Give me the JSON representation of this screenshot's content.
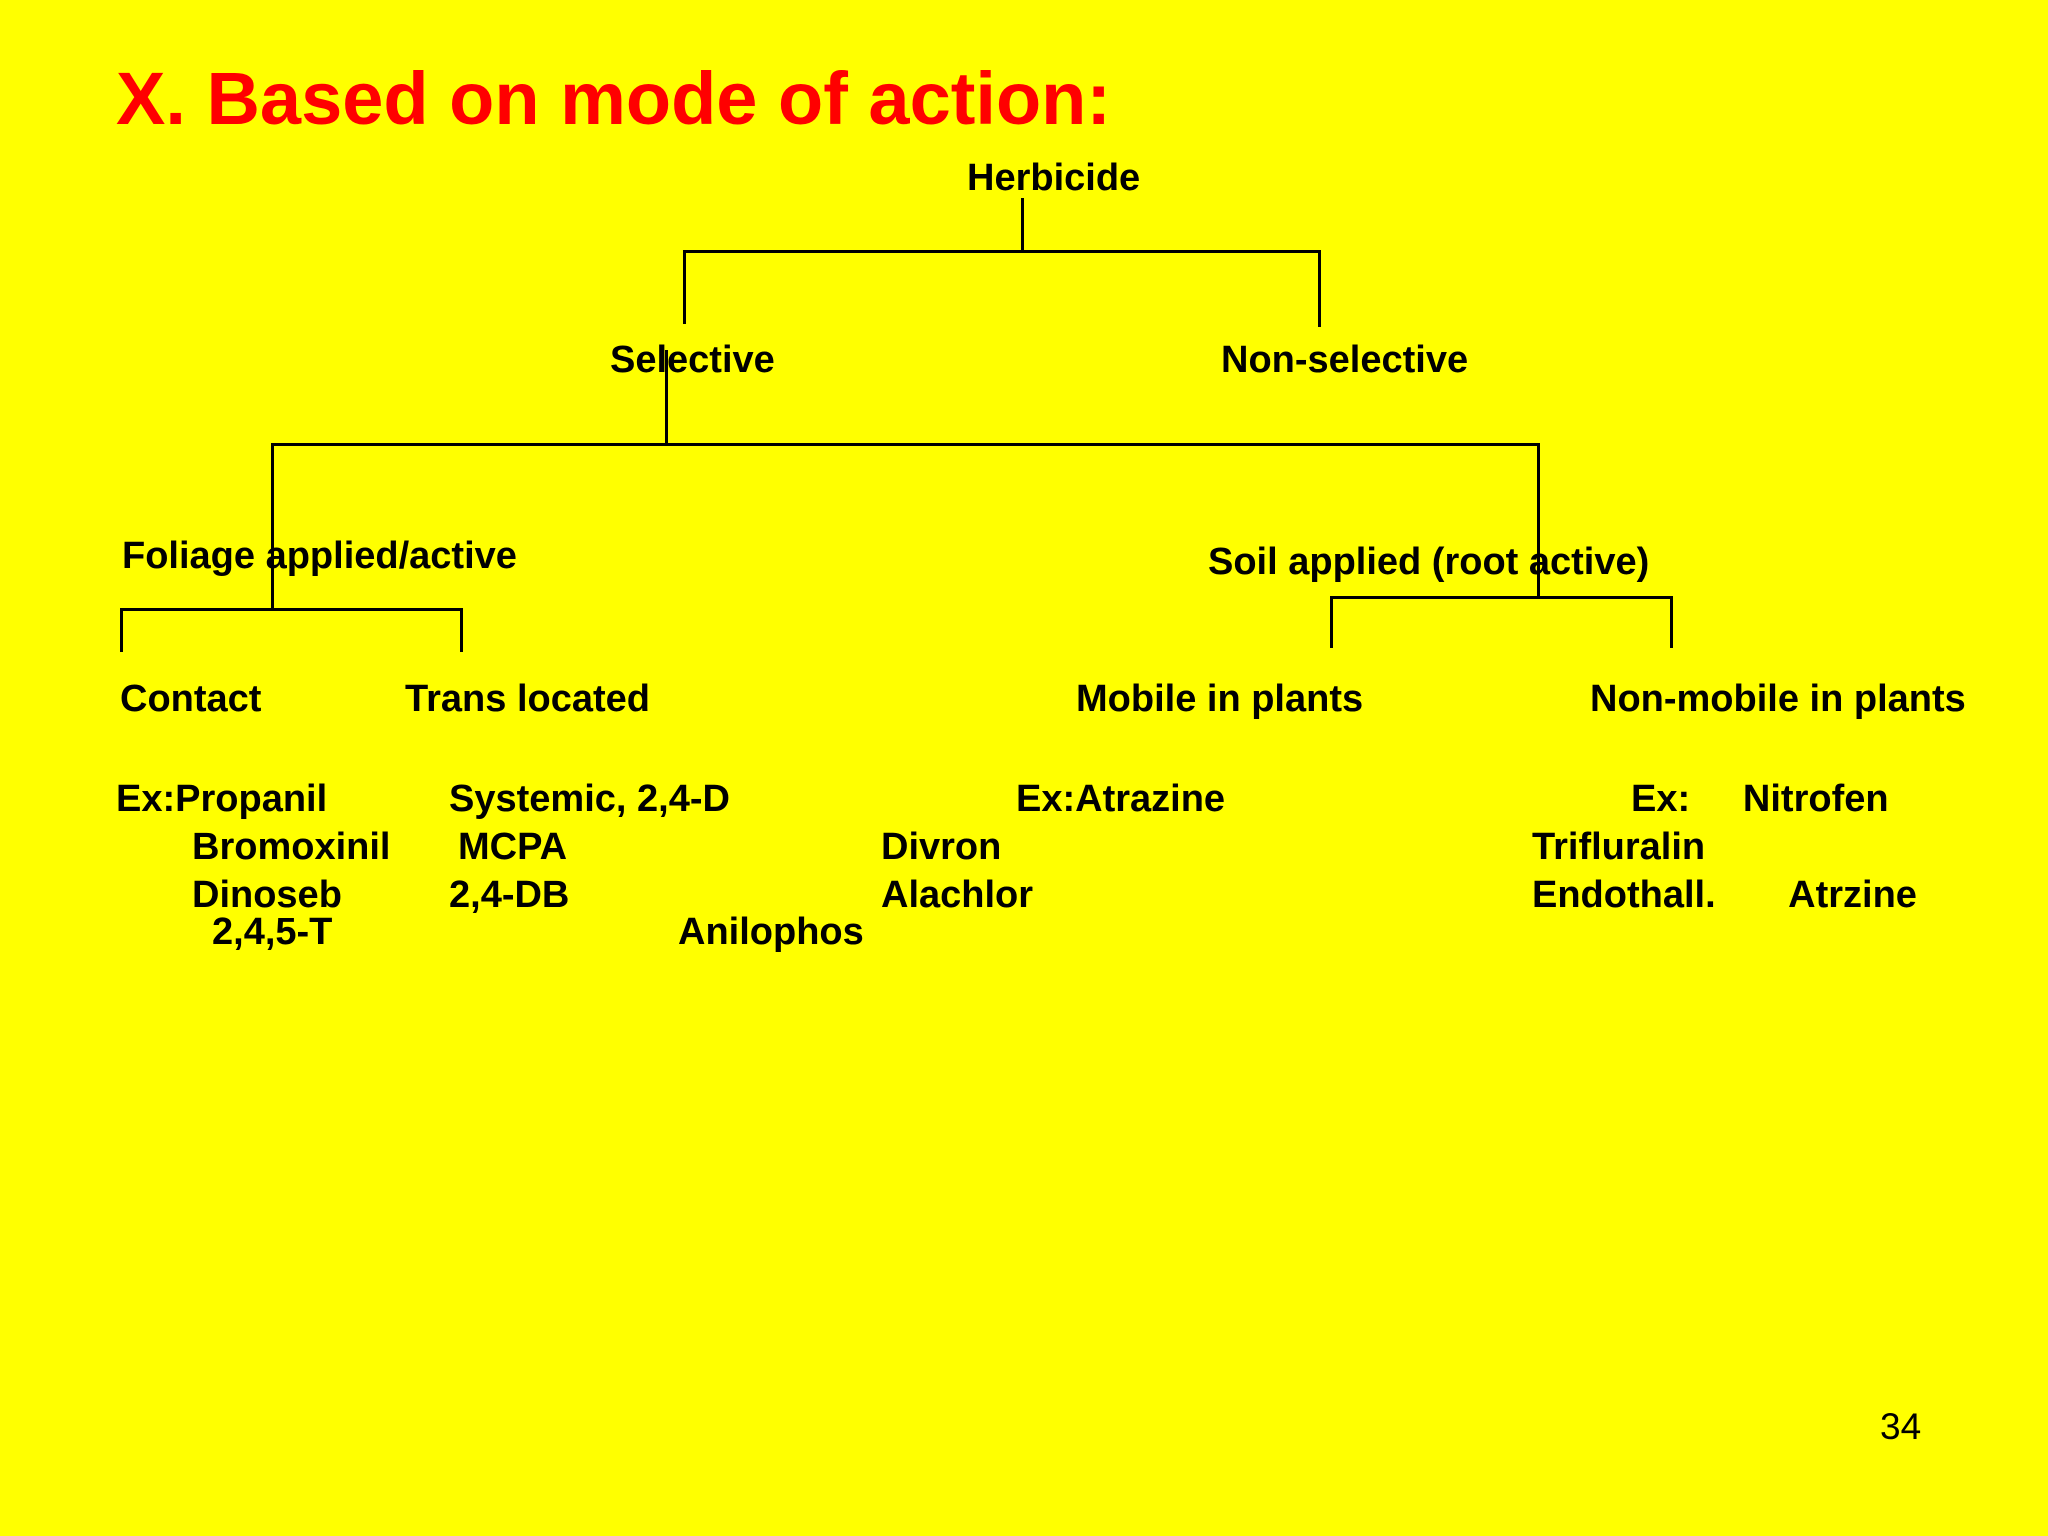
{
  "slide": {
    "title": "X. Based on mode of action:",
    "page_number": "34"
  },
  "colors": {
    "background": "#FFFF00",
    "title": "#FF0000",
    "text": "#000000",
    "connector": "#000000"
  },
  "tree": {
    "root": {
      "label": "Herbicide"
    },
    "branches": {
      "selective": {
        "label": "Selective"
      },
      "non_selective": {
        "label": "Non-selective"
      },
      "foliage": {
        "label": "Foliage applied/active"
      },
      "soil": {
        "label": "Soil applied (root active)"
      },
      "contact": {
        "label": "Contact"
      },
      "translocated": {
        "label": "Trans located"
      },
      "mobile": {
        "label": "Mobile in plants"
      },
      "non_mobile": {
        "label": "Non-mobile in plants"
      }
    },
    "examples": {
      "contact": [
        "Ex:Propanil",
        "Bromoxinil",
        "Dinoseb",
        "2,4,5-T"
      ],
      "translocated": [
        "Systemic, 2,4-D",
        "MCPA",
        "2,4-DB",
        "Anilophos"
      ],
      "mobile": [
        "Ex:Atrazine",
        "Divron",
        "Alachlor"
      ],
      "non_mobile": [
        "Ex:     Nitrofen",
        "Trifluralin",
        "Endothall.       Atrzine"
      ]
    }
  }
}
